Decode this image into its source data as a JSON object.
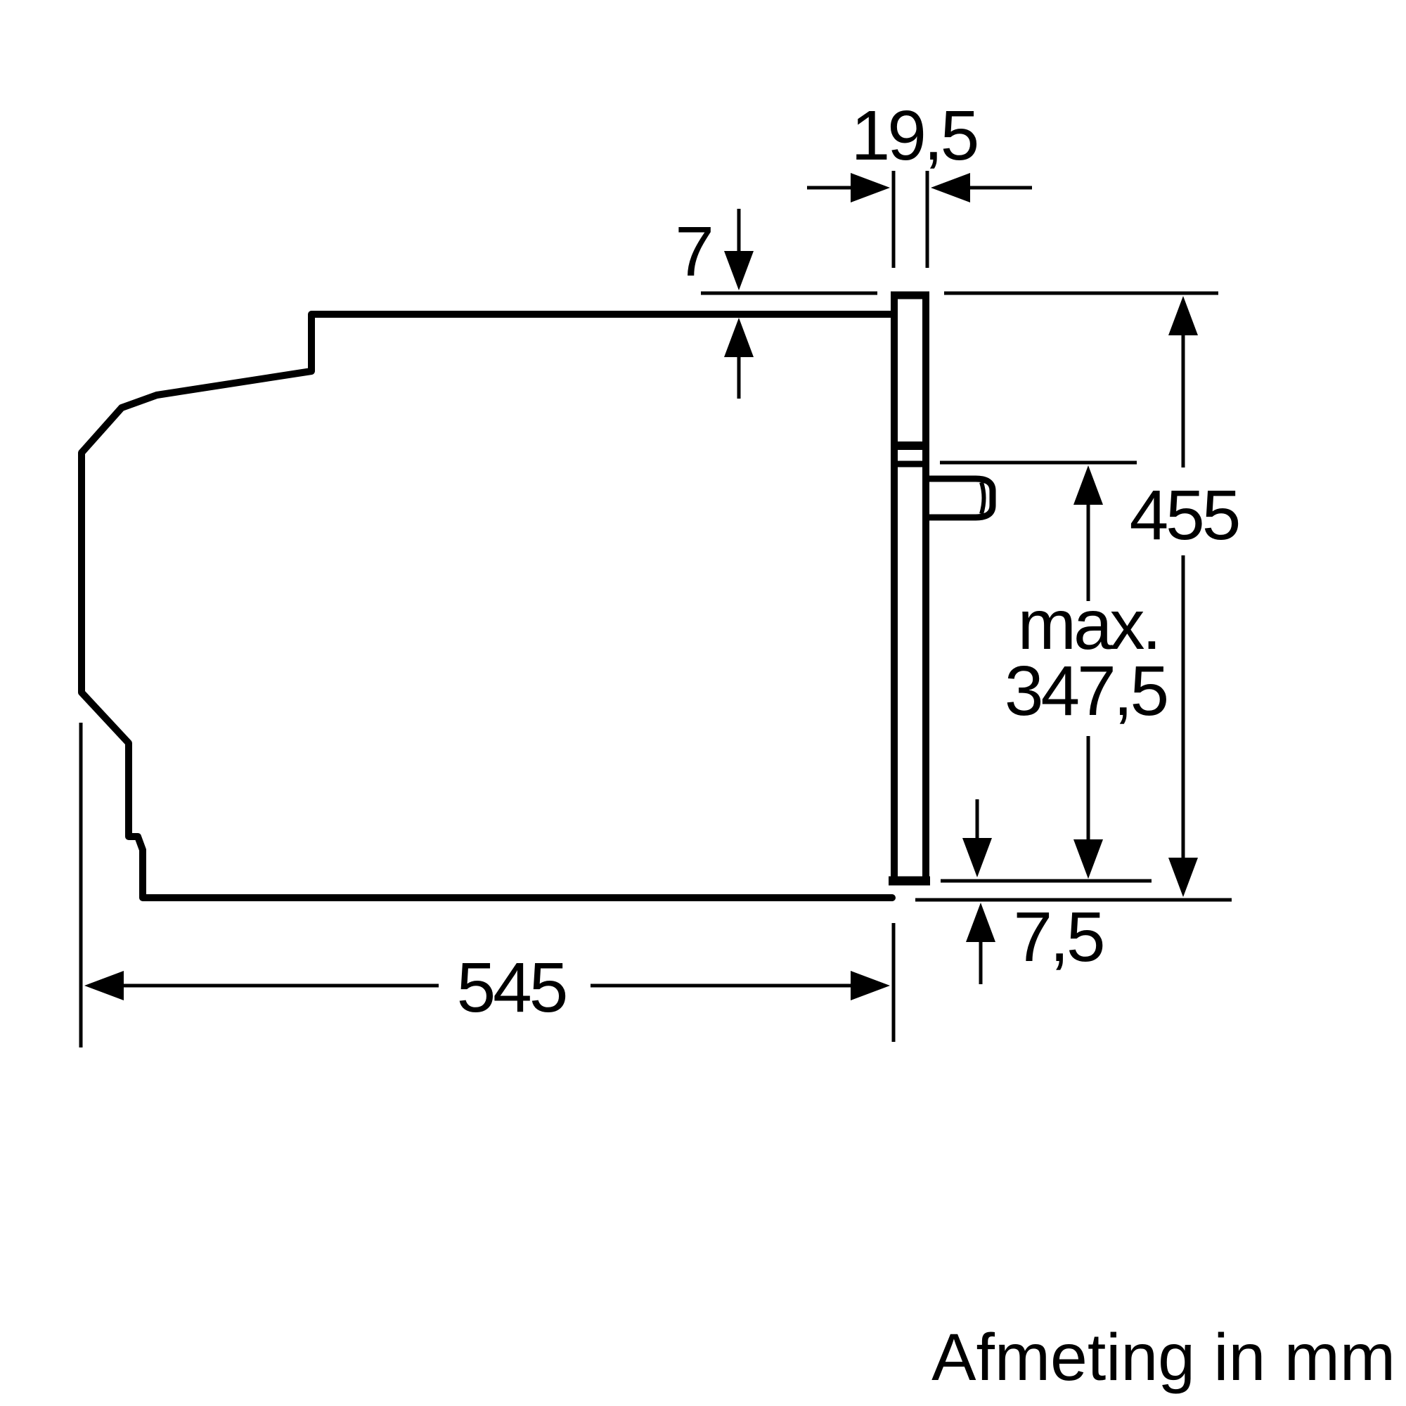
{
  "caption": "Afmeting in mm",
  "colors": {
    "ink": "#000000",
    "paper": "#ffffff"
  },
  "dims": {
    "panel_thickness": {
      "value": "19,5"
    },
    "top_protrusion": {
      "value": "7"
    },
    "niche_height": {
      "value": "455"
    },
    "max_height": {
      "prefix": "max.",
      "value": "347,5"
    },
    "bottom_gap": {
      "value": "7,5"
    },
    "depth": {
      "value": "545"
    }
  }
}
